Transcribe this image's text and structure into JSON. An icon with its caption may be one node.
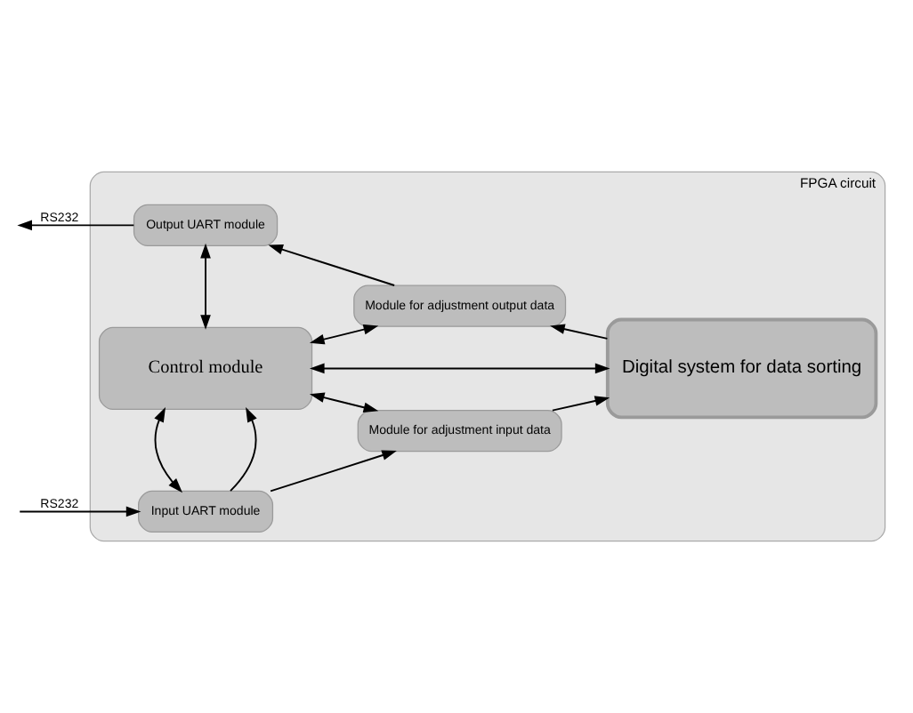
{
  "diagram": {
    "nodes": [
      {
        "text": [
          "FPGA circuit"
        ]
      },
      {
        "text": [
          "Input UART module"
        ],
        "in": 0
      },
      {
        "text": [
          "Module for adjustment input data"
        ],
        "in": 0
      },
      {
        "text": [
          "Control module"
        ],
        "in": 0
      },
      {
        "text": [
          "Digital system for data sorting"
        ],
        "in": 0
      },
      {
        "text": [
          "Output UART module"
        ],
        "in": 0
      },
      {
        "text": [
          "Module for adjustment output data"
        ],
        "in": 0
      }
    ],
    "edges": [
      {
        "from": null,
        "to": 1,
        "arrow": "to",
        "label": "RS232"
      },
      {
        "from": 1,
        "to": 2,
        "arrow": "to"
      },
      {
        "from": 1,
        "to": 3,
        "arrow": "to"
      },
      {
        "from": 1,
        "to": 3,
        "arrow": "both"
      },
      {
        "from": 2,
        "to": 3,
        "arrow": "both"
      },
      {
        "from": 2,
        "to": 4,
        "arrow": "to"
      },
      {
        "from": 3,
        "to": 4,
        "arrow": "both"
      },
      {
        "from": 3,
        "to": 5,
        "arrow": "both"
      },
      {
        "from": 3,
        "to": 6,
        "arrow": "both"
      },
      {
        "from": 4,
        "to": 6,
        "arrow": "to"
      },
      {
        "from": 6,
        "to": 5,
        "arrow": "to"
      },
      {
        "from": 5,
        "to": null,
        "arrow": "to",
        "label": "RS232"
      }
    ]
  }
}
